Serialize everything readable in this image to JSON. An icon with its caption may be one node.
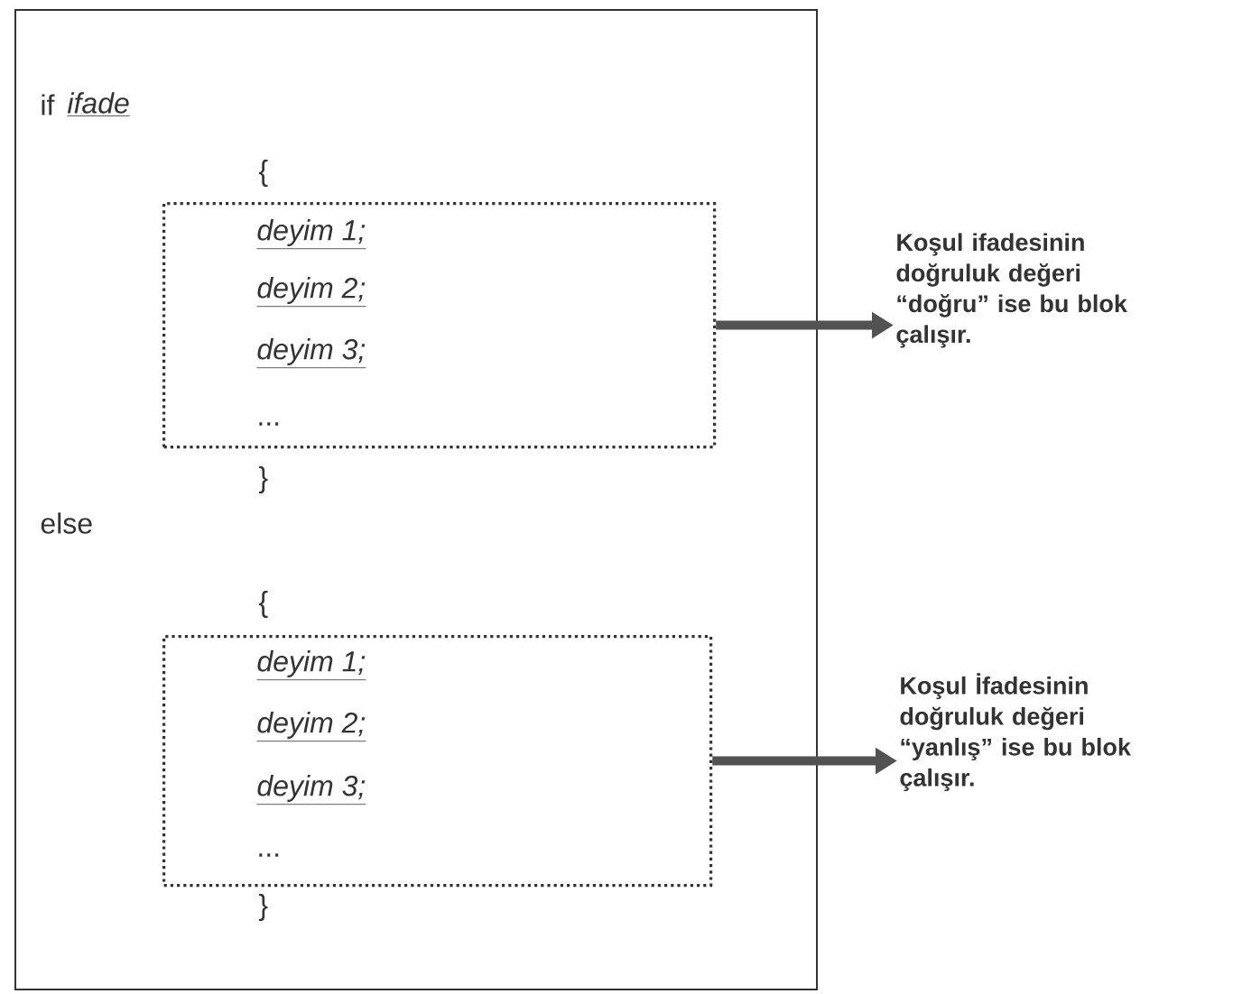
{
  "diagram": {
    "nodes": [
      {
        "text": [],
        "shape": "box"
      },
      {
        "text": [
          "deyim 1;",
          "deyim 2;",
          "deyim 3;",
          "..."
        ],
        "in": 0
      },
      {
        "text": [
          "Koşul ifadesinin doğruluk değeri “doğru” ise bu blok çalışır."
        ]
      },
      {
        "text": [
          "deyim 1;",
          "deyim 2;",
          "deyim 3;",
          "..."
        ],
        "in": 0
      },
      {
        "text": [
          "Koşul İfadesinin doğruluk değeri “yanlış” ise bu blok çalışır."
        ]
      }
    ],
    "edges": [
      {
        "from": 1,
        "to": 2,
        "arrow": "to"
      },
      {
        "from": 3,
        "to": 4,
        "arrow": "to"
      }
    ],
    "labels": [
      "if",
      "ifade",
      "{",
      "}",
      "else",
      "{",
      "}"
    ]
  }
}
